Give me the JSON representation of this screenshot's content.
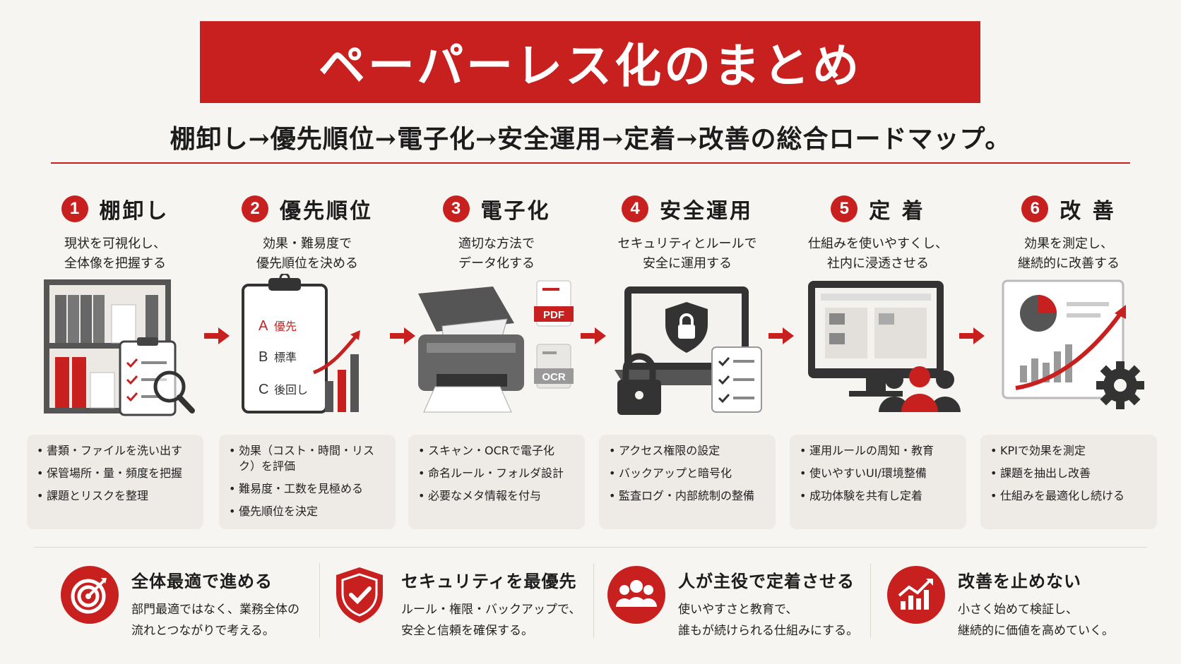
{
  "title": "ペーパーレス化のまとめ",
  "subtitle": "棚卸し→優先順位→電子化→安全運用→定着→改善の総合ロードマップ。",
  "colors": {
    "accent": "#c8201f",
    "card_bg": "#eeebe6",
    "page_bg": "#f7f5f1"
  },
  "steps": [
    {
      "num": "1",
      "title": "棚卸し",
      "desc": "現状を可視化し、\n全体像を把握する",
      "icon": "bookshelf-clipboard-magnifier-icon",
      "bullets": [
        "書類・ファイルを洗い出す",
        "保管場所・量・頻度を把握",
        "課題とリスクを整理"
      ]
    },
    {
      "num": "2",
      "title": "優先順位",
      "desc": "効果・難易度で\n優先順位を決める",
      "icon": "priority-clipboard-chart-icon",
      "labels": {
        "a_letter": "A",
        "a": "優先",
        "b_letter": "B",
        "b": "標準",
        "c_letter": "C",
        "c": "後回し"
      },
      "bullets": [
        "効果（コスト・時間・リスク）を評価",
        "難易度・工数を見極める",
        "優先順位を決定"
      ]
    },
    {
      "num": "3",
      "title": "電子化",
      "desc": "適切な方法で\nデータ化する",
      "icon": "scanner-icon",
      "labels": {
        "pdf": "PDF",
        "ocr": "OCR"
      },
      "bullets": [
        "スキャン・OCRで電子化",
        "命名ルール・フォルダ設計",
        "必要なメタ情報を付与"
      ]
    },
    {
      "num": "4",
      "title": "安全運用",
      "desc": "セキュリティとルールで\n安全に運用する",
      "icon": "laptop-shield-lock-icon",
      "bullets": [
        "アクセス権限の設定",
        "バックアップと暗号化",
        "監査ログ・内部統制の整備"
      ]
    },
    {
      "num": "5",
      "title": "定 着",
      "desc": "仕組みを使いやすくし、\n社内に浸透させる",
      "icon": "monitor-users-icon",
      "bullets": [
        "運用ルールの周知・教育",
        "使いやすいUI/環境整備",
        "成功体験を共有し定着"
      ]
    },
    {
      "num": "6",
      "title": "改 善",
      "desc": "効果を測定し、\n継続的に改善する",
      "icon": "report-growth-gear-icon",
      "bullets": [
        "KPIで効果を測定",
        "課題を抽出し改善",
        "仕組みを最適化し続ける"
      ]
    }
  ],
  "pillars": [
    {
      "title": "全体最適で進める",
      "desc": "部門最適ではなく、業務全体の\n流れとつながりで考える。",
      "icon": "target-icon"
    },
    {
      "title": "セキュリティを最優先",
      "desc": "ルール・権限・バックアップで、\n安全と信頼を確保する。",
      "icon": "shield-check-icon"
    },
    {
      "title": "人が主役で定着させる",
      "desc": "使いやすさと教育で、\n誰もが続けられる仕組みにする。",
      "icon": "people-icon"
    },
    {
      "title": "改善を止めない",
      "desc": "小さく始めて検証し、\n継続的に価値を高めていく。",
      "icon": "growth-chart-icon"
    }
  ]
}
